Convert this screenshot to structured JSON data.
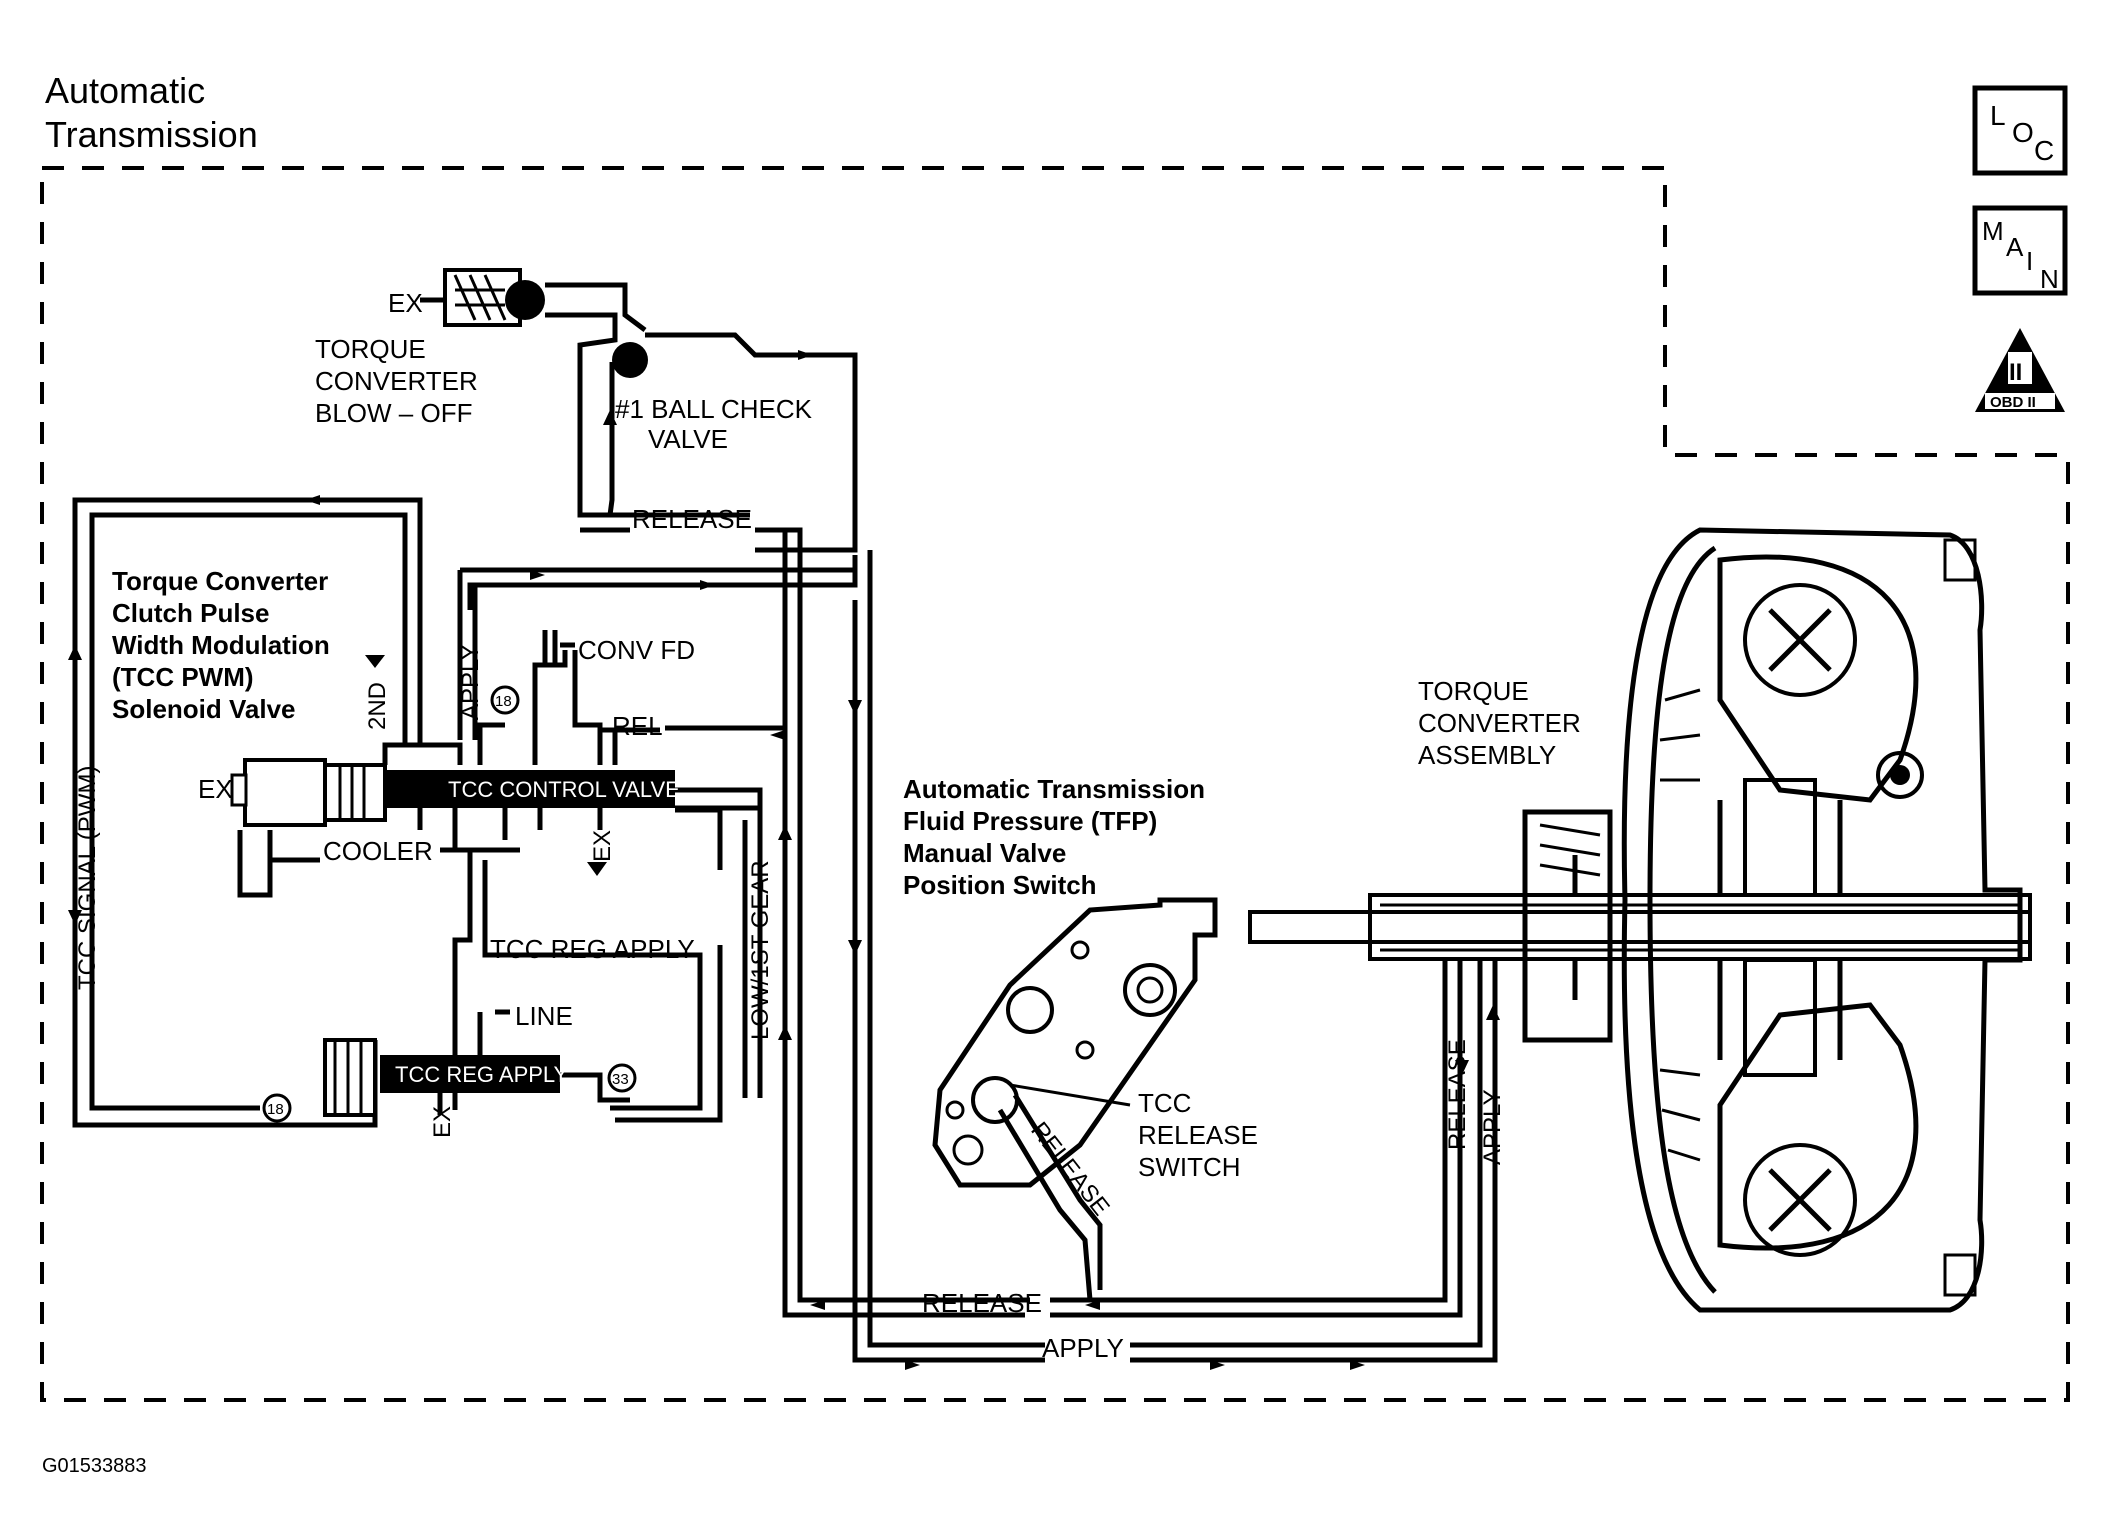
{
  "header": {
    "title_line1": "Automatic",
    "title_line2": "Transmission"
  },
  "nav_icons": [
    {
      "name": "loc",
      "letters": [
        "L",
        "O",
        "C"
      ]
    },
    {
      "name": "main",
      "letters": [
        "M",
        "A",
        "I",
        "N"
      ]
    },
    {
      "name": "obd",
      "roman": "II",
      "caption": "OBD II"
    }
  ],
  "labels": {
    "ex_blowoff": "EX",
    "blowoff_1": "TORQUE",
    "blowoff_2": "CONVERTER",
    "blowoff_3": "BLOW – OFF",
    "ballcheck_1": "#1 BALL CHECK",
    "ballcheck_2": "VALVE",
    "release_top": "RELEASE",
    "solenoid_1": "Torque Converter",
    "solenoid_2": "Clutch Pulse",
    "solenoid_3": "Width Modulation",
    "solenoid_4": "(TCC PWM)",
    "solenoid_5": "Solenoid Valve",
    "second": "2ND",
    "apply_v": "APPLY",
    "conv_fd": "CONV FD",
    "rel": "REL",
    "ex_solenoid": "EX",
    "tcc_control_valve": "TCC CONTROL VALVE",
    "cooler": "COOLER",
    "ex_control": "EX",
    "tcc_signal": "TCC SIGNAL (PWM)",
    "tcc_reg_apply_line": "TCC REG APPLY",
    "line": "LINE",
    "tcc_reg_apply_valve": "TCC REG APPLY",
    "ex_reg": "EX",
    "low_first": "LOW/1ST GEAR",
    "tfp_1": "Automatic Transmission",
    "tfp_2": "Fluid Pressure (TFP)",
    "tfp_3": "Manual Valve",
    "tfp_4": "Position Switch",
    "tcc_release_switch_1": "TCC",
    "tcc_release_switch_2": "RELEASE",
    "tcc_release_switch_3": "SWITCH",
    "release_diag": "RELEASE",
    "release_bottom": "RELEASE",
    "apply_bottom": "APPLY",
    "release_v": "RELEASE",
    "apply_v2": "APPLY",
    "converter_1": "TORQUE",
    "converter_2": "CONVERTER",
    "converter_3": "ASSEMBLY",
    "orifice_a": "18",
    "orifice_b": "18",
    "orifice_c": "33",
    "figure_id": "G01533883"
  }
}
